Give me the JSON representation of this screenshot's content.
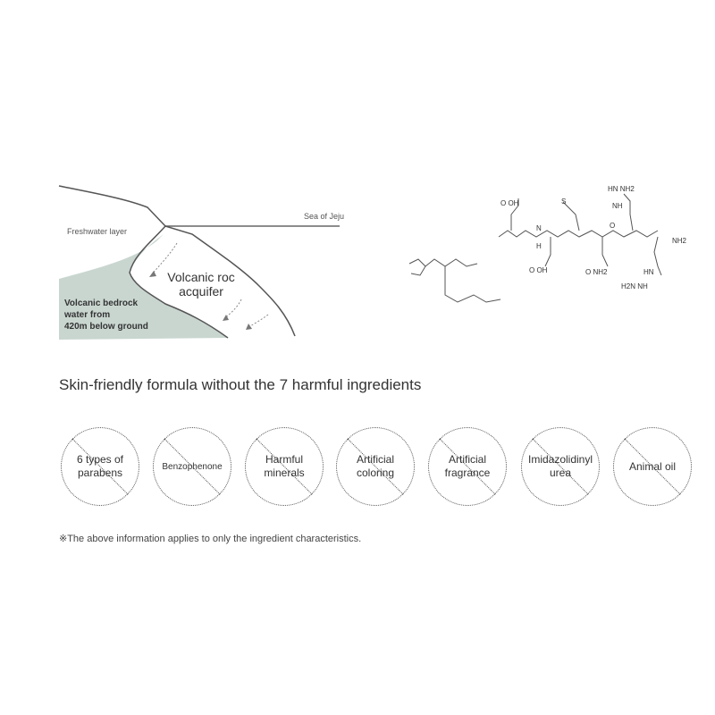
{
  "diagram": {
    "sea_label": "Sea of Jeju",
    "freshwater_label": "Freshwater layer",
    "aquifer_label_line1": "Volcanic roc",
    "aquifer_label_line2": "acquifer",
    "bedrock_line1": "Volcanic bedrock",
    "bedrock_line2": "water from",
    "bedrock_line3": "420m below ground",
    "green_color": "#c9d6d0"
  },
  "chem": {
    "cooh_top": "O OH",
    "cooh_bottom": "O OH",
    "s": "S",
    "hn_nh2_top": "HN  NH2",
    "nh_top": "NH",
    "nh2_right": "NH2",
    "nh2_mid": "O  NH2",
    "h2n_nh_bottom": "H2N  NH",
    "nh_bottom": "HN",
    "o": "O",
    "h": "H",
    "n": "N"
  },
  "title": "Skin-friendly formula without the 7 harmful ingredients",
  "ingredients": [
    {
      "line1": "6 types of",
      "line2": "parabens"
    },
    {
      "line1": "Benzophenone",
      "line2": ""
    },
    {
      "line1": "Harmful",
      "line2": "minerals"
    },
    {
      "line1": "Artificial",
      "line2": "coloring"
    },
    {
      "line1": "Artificial",
      "line2": "fragrance"
    },
    {
      "line1": "Imidazolidinyl",
      "line2": "urea"
    },
    {
      "line1": "Animal oil",
      "line2": ""
    }
  ],
  "footnote": "※The above information applies to only the ingredient characteristics."
}
